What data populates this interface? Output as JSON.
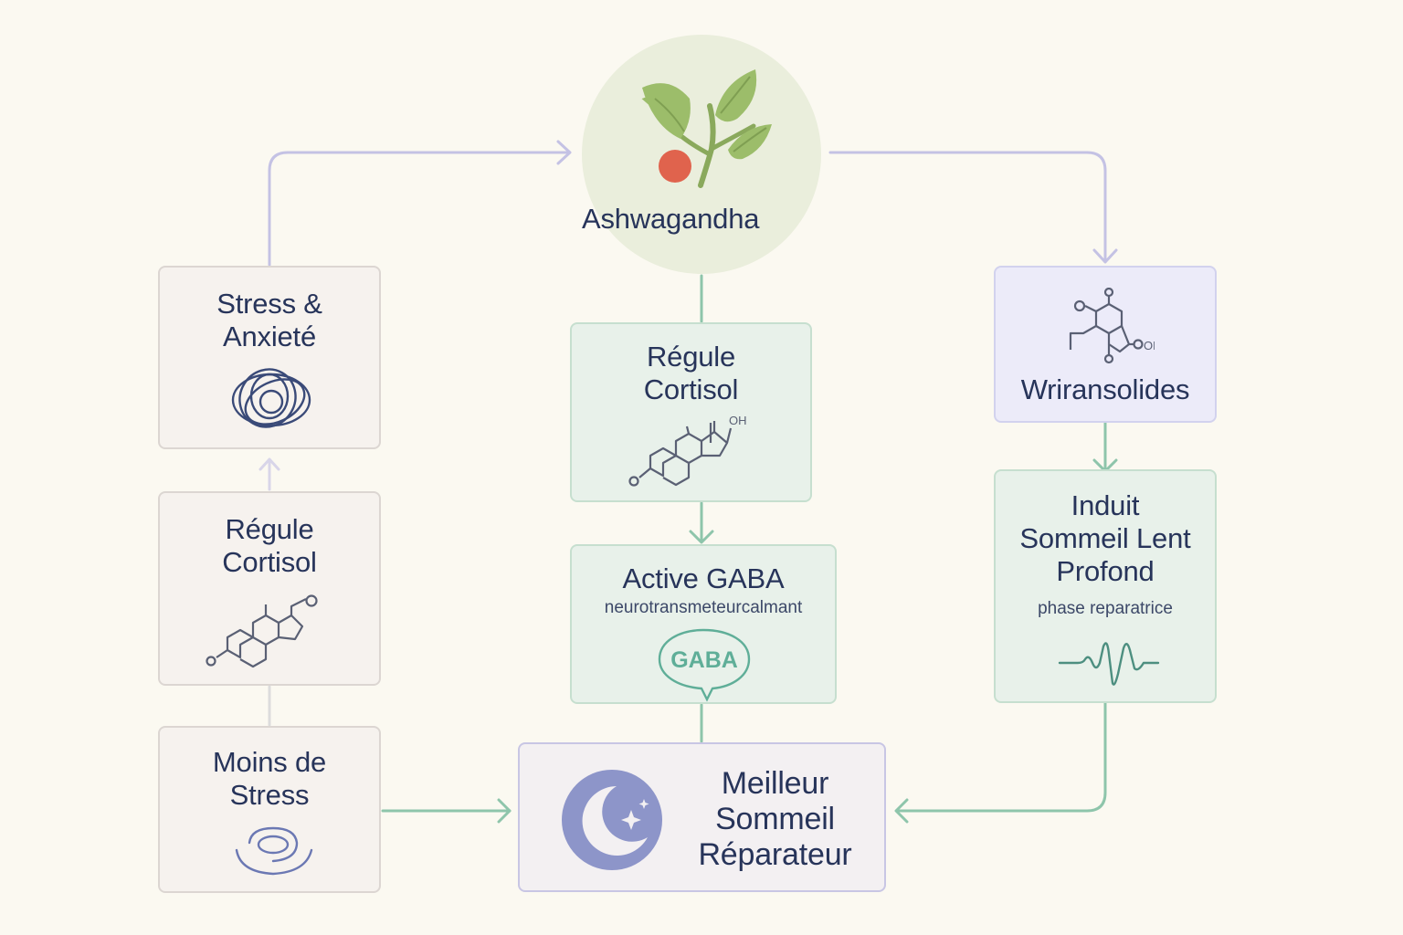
{
  "nodes": {
    "ashwagandha": {
      "label": "Ashwagandha"
    },
    "stress_anxiete": {
      "label": "Stress &\nAnxieté"
    },
    "regule_cortisol_left": {
      "label": "Régule\nCortisol"
    },
    "moins_de_stress": {
      "label": "Moins de\nStress"
    },
    "regule_cortisol_center": {
      "label": "Régule\nCortisol"
    },
    "active_gaba": {
      "label": "Active GABA",
      "sublabel": "neurotransmeteurcalmant",
      "badge": "GABA"
    },
    "meilleur_sommeil": {
      "label": "Meilleur\nSommeil\nRéparateur"
    },
    "withanolides": {
      "label": "Wriransolides"
    },
    "sommeil_profond": {
      "label": "Induit\nSommeil Lent\nProfond",
      "sublabel": "phase reparatrice"
    }
  },
  "molecule_labels": {
    "oh": "OH"
  },
  "icons": {
    "ashwagandha": "leaf-berry-icon",
    "stress_anxiete": "tangle-icon",
    "cortisol": "steroid-molecule-icon",
    "moins_de_stress": "calm-ripple-icon",
    "active_gaba": "speech-bubble-icon",
    "meilleur_sommeil": "moon-stars-icon",
    "withanolides": "molecule-icon",
    "sommeil_profond": "brainwave-icon"
  },
  "colors": {
    "background": "#fbf9f1",
    "text": "#27345a",
    "green_connector": "#8ec5ab",
    "lavender_connector": "#c4c2e4",
    "leaf": "#9cbd6a",
    "berry": "#e0634d",
    "moon": "#8d95c9"
  }
}
